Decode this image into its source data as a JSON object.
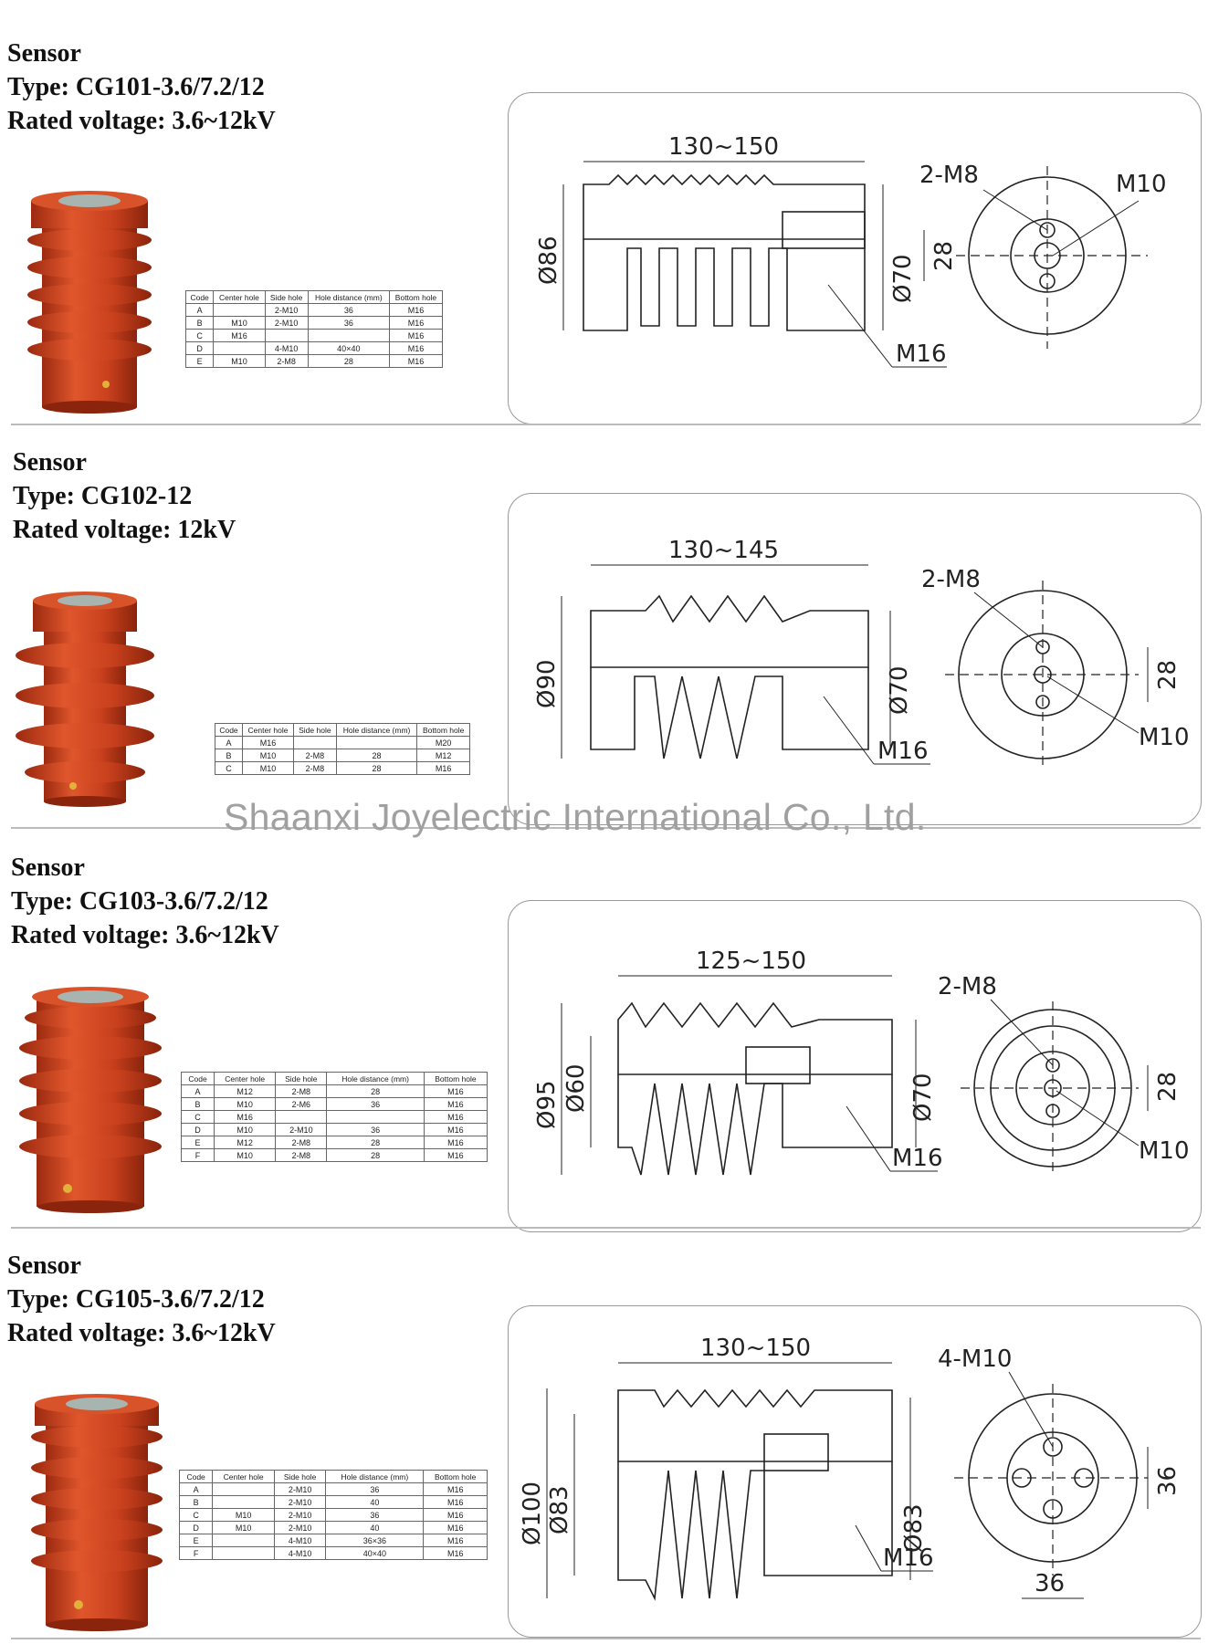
{
  "watermark": "Shaanxi Joyelectric International Co., Ltd.",
  "table_headers": [
    "Code",
    "Center hole",
    "Side hole",
    "Hole distance (mm)",
    "Bottom hole"
  ],
  "sensors": [
    {
      "title": "Sensor",
      "type_line": "Type: CG101-3.6/7.2/12",
      "voltage_line": "Rated voltage: 3.6~12kV",
      "rows": [
        [
          "A",
          "",
          "2-M10",
          "36",
          "M16"
        ],
        [
          "B",
          "M10",
          "2-M10",
          "36",
          "M16"
        ],
        [
          "C",
          "M16",
          "",
          "",
          "M16"
        ],
        [
          "D",
          "",
          "4-M10",
          "40×40",
          "M16"
        ],
        [
          "E",
          "M10",
          "2-M8",
          "28",
          "M16"
        ]
      ],
      "dims": {
        "length": "130~150",
        "outer_dia": "Ø86",
        "inner_dia": "Ø70",
        "bottom": "M16",
        "side_holes": "2-M8",
        "center": "M10",
        "spacing": "28"
      }
    },
    {
      "title": "Sensor",
      "type_line": "Type: CG102-12",
      "voltage_line": "Rated voltage: 12kV",
      "rows": [
        [
          "A",
          "M16",
          "",
          "",
          "M20"
        ],
        [
          "B",
          "M10",
          "2-M8",
          "28",
          "M12"
        ],
        [
          "C",
          "M10",
          "2-M8",
          "28",
          "M16"
        ]
      ],
      "dims": {
        "length": "130~145",
        "outer_dia": "Ø90",
        "inner_dia": "Ø70",
        "bottom": "M16",
        "side_holes": "2-M8",
        "center": "M10",
        "spacing": "28"
      }
    },
    {
      "title": "Sensor",
      "type_line": "Type: CG103-3.6/7.2/12",
      "voltage_line": "Rated voltage: 3.6~12kV",
      "rows": [
        [
          "A",
          "M12",
          "2-M8",
          "28",
          "M16"
        ],
        [
          "B",
          "M10",
          "2-M6",
          "36",
          "M16"
        ],
        [
          "C",
          "M16",
          "",
          "",
          "M16"
        ],
        [
          "D",
          "M10",
          "2-M10",
          "36",
          "M16"
        ],
        [
          "E",
          "M12",
          "2-M8",
          "28",
          "M16"
        ],
        [
          "F",
          "M10",
          "2-M8",
          "28",
          "M16"
        ]
      ],
      "dims": {
        "length": "125~150",
        "outer_dia": "Ø95",
        "mid_dia": "Ø60",
        "inner_dia": "Ø70",
        "bottom": "M16",
        "side_holes": "2-M8",
        "center": "M10",
        "spacing": "28"
      }
    },
    {
      "title": "Sensor",
      "type_line": "Type: CG105-3.6/7.2/12",
      "voltage_line": "Rated voltage: 3.6~12kV",
      "rows": [
        [
          "A",
          "",
          "2-M10",
          "36",
          "M16"
        ],
        [
          "B",
          "",
          "2-M10",
          "40",
          "M16"
        ],
        [
          "C",
          "M10",
          "2-M10",
          "36",
          "M16"
        ],
        [
          "D",
          "M10",
          "2-M10",
          "40",
          "M16"
        ],
        [
          "E",
          "",
          "4-M10",
          "36×36",
          "M16"
        ],
        [
          "F",
          "",
          "4-M10",
          "40×40",
          "M16"
        ]
      ],
      "dims": {
        "length": "130~150",
        "outer_dia": "Ø100",
        "mid_dia": "Ø83",
        "inner_dia": "Ø83",
        "bottom": "M16",
        "side_holes": "4-M10",
        "spacing": "36",
        "spacing2": "36"
      }
    }
  ]
}
